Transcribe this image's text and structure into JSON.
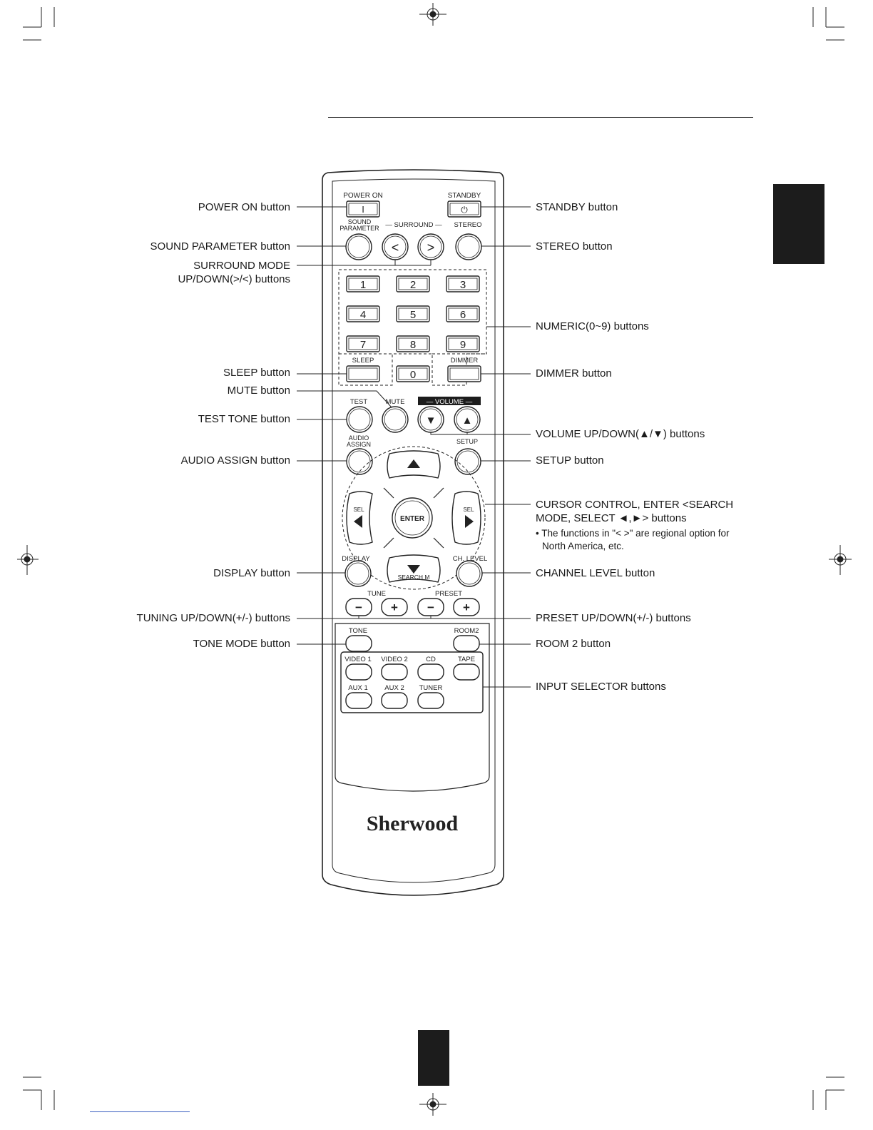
{
  "left_labels": [
    {
      "id": "power-on",
      "text": "POWER ON button"
    },
    {
      "id": "sound-parameter",
      "text": "SOUND PARAMETER button"
    },
    {
      "id": "surround-mode-1",
      "text": "SURROUND MODE"
    },
    {
      "id": "surround-mode-2",
      "text": "UP/DOWN(>/<) buttons"
    },
    {
      "id": "sleep",
      "text": "SLEEP button"
    },
    {
      "id": "mute",
      "text": "MUTE button"
    },
    {
      "id": "test-tone",
      "text": "TEST TONE button"
    },
    {
      "id": "audio-assign",
      "text": "AUDIO ASSIGN button"
    },
    {
      "id": "display",
      "text": "DISPLAY button"
    },
    {
      "id": "tuning",
      "text": "TUNING UP/DOWN(+/-) buttons"
    },
    {
      "id": "tone-mode",
      "text": "TONE MODE button"
    }
  ],
  "right_labels": [
    {
      "id": "standby",
      "text": "STANDBY button"
    },
    {
      "id": "stereo",
      "text": "STEREO button"
    },
    {
      "id": "numeric",
      "text": "NUMERIC(0~9) buttons"
    },
    {
      "id": "dimmer",
      "text": "DIMMER button"
    },
    {
      "id": "volume",
      "text": "VOLUME UP/DOWN(▲/▼) buttons"
    },
    {
      "id": "setup",
      "text": "SETUP button"
    },
    {
      "id": "cursor-1",
      "text": "CURSOR CONTROL, ENTER <SEARCH"
    },
    {
      "id": "cursor-2",
      "text": "MODE, SELECT ◄,►> buttons"
    },
    {
      "id": "channel-level",
      "text": "CHANNEL LEVEL button"
    },
    {
      "id": "preset",
      "text": "PRESET UP/DOWN(+/-) buttons"
    },
    {
      "id": "room2",
      "text": "ROOM 2 button"
    },
    {
      "id": "input-selector",
      "text": "INPUT SELECTOR buttons"
    }
  ],
  "note": {
    "line1": "• The functions in \"< >\" are regional option for",
    "line2": "North America, etc."
  },
  "remote": {
    "brand": "Sherwood",
    "power_on": "POWER ON",
    "power_on_key": "I",
    "standby": "STANDBY",
    "standby_key": "⏻",
    "sound_1": "SOUND",
    "sound_2": "PARAMETER",
    "surround": "— SURROUND —",
    "stereo": "STEREO",
    "surround_down": "<",
    "surround_up": ">",
    "digits": [
      "1",
      "2",
      "3",
      "4",
      "5",
      "6",
      "7",
      "8",
      "9",
      "0"
    ],
    "sleep": "SLEEP",
    "dimmer": "DIMMER",
    "test": "TEST",
    "mute": "MUTE",
    "volume": "— VOLUME —",
    "vol_down": "▼",
    "vol_up": "▲",
    "audio_1": "AUDIO",
    "audio_2": "ASSIGN",
    "setup": "SETUP",
    "sel": "SEL",
    "enter": "ENTER",
    "search_m": "SEARCH M",
    "display": "DISPLAY",
    "ch_level": "CH. LEVEL",
    "tune": "TUNE",
    "preset": "PRESET",
    "minus": "−",
    "plus": "+",
    "tone": "TONE",
    "room2": "ROOM2",
    "inputs_row1": [
      "VIDEO 1",
      "VIDEO 2",
      "CD",
      "TAPE"
    ],
    "inputs_row2": [
      "AUX 1",
      "AUX 2",
      "TUNER"
    ]
  }
}
